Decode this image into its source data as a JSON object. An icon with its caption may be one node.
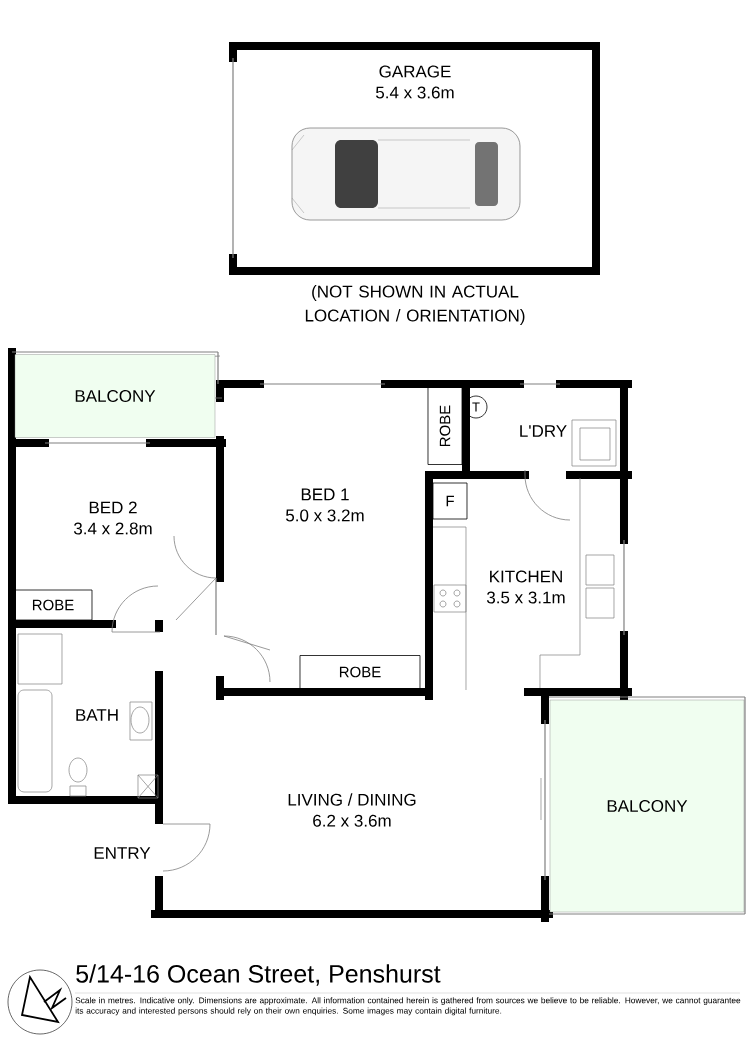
{
  "diagram": {
    "title": "5/14-16 Ocean Street, Penshurst",
    "caption": "Scale in metres. Indicative only. Dimensions are approximate. All information contained herein is gathered from sources we believe to be reliable. However, we cannot guarantee its accuracy and interested persons should rely on their own enquiries. Some images may contain digital furniture.",
    "nodes": [
      {
        "text": [
          "GARAGE",
          "5.4 x 3.6m"
        ]
      },
      {
        "text": [
          "BALCONY"
        ]
      },
      {
        "text": [
          "BED 1",
          "5.0 x 3.2m"
        ]
      },
      {
        "text": [
          "ROBE"
        ]
      },
      {
        "text": [
          "L'DRY"
        ]
      },
      {
        "text": [
          "T"
        ]
      },
      {
        "text": [
          "BED 2",
          "3.4 x 2.8m"
        ]
      },
      {
        "text": [
          "KITCHEN",
          "3.5 x 3.1m"
        ]
      },
      {
        "text": [
          "F"
        ]
      },
      {
        "text": [
          "ROBE"
        ]
      },
      {
        "text": [
          "ROBE"
        ]
      },
      {
        "text": [
          "BATH"
        ]
      },
      {
        "text": [
          "LIVING / DINING",
          "6.2 x 3.6m"
        ]
      },
      {
        "text": [
          "BALCONY"
        ]
      }
    ],
    "labels": [
      "(NOT SHOWN IN ACTUAL LOCATION / ORIENTATION)",
      "ENTRY"
    ]
  }
}
